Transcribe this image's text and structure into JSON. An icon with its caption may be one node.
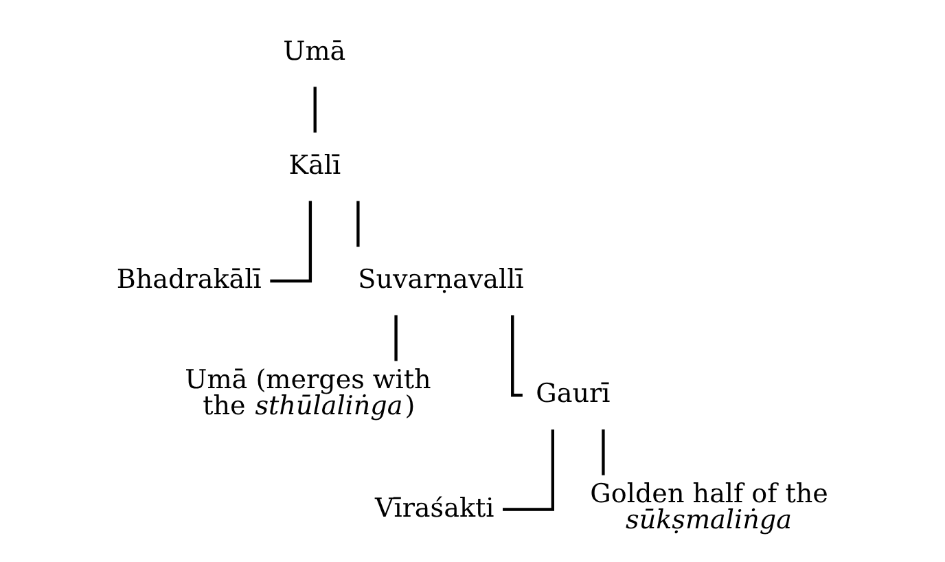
{
  "diagram": {
    "nodes": [
      {
        "text": [
          "Umā"
        ]
      },
      {
        "text": [
          "Kālī"
        ]
      },
      {
        "text": [
          "Bhadrakālī"
        ]
      },
      {
        "text": [
          "Suvarṇavallī"
        ]
      },
      {
        "text": [
          "Umā (merges with the *sthūlaliṅga*)"
        ]
      },
      {
        "text": [
          "Gaurī"
        ]
      },
      {
        "text": [
          "Vīraśakti"
        ]
      },
      {
        "text": [
          "Golden half of the *sūkṣmaliṅga*"
        ]
      }
    ],
    "edges": [
      {
        "from": 0,
        "to": 1,
        "arrow": "none"
      },
      {
        "from": 1,
        "to": 2,
        "arrow": "none"
      },
      {
        "from": 1,
        "to": 3,
        "arrow": "none"
      },
      {
        "from": 3,
        "to": 4,
        "arrow": "none"
      },
      {
        "from": 3,
        "to": 5,
        "arrow": "none"
      },
      {
        "from": 5,
        "to": 6,
        "arrow": "none"
      },
      {
        "from": 5,
        "to": 7,
        "arrow": "none"
      }
    ]
  }
}
